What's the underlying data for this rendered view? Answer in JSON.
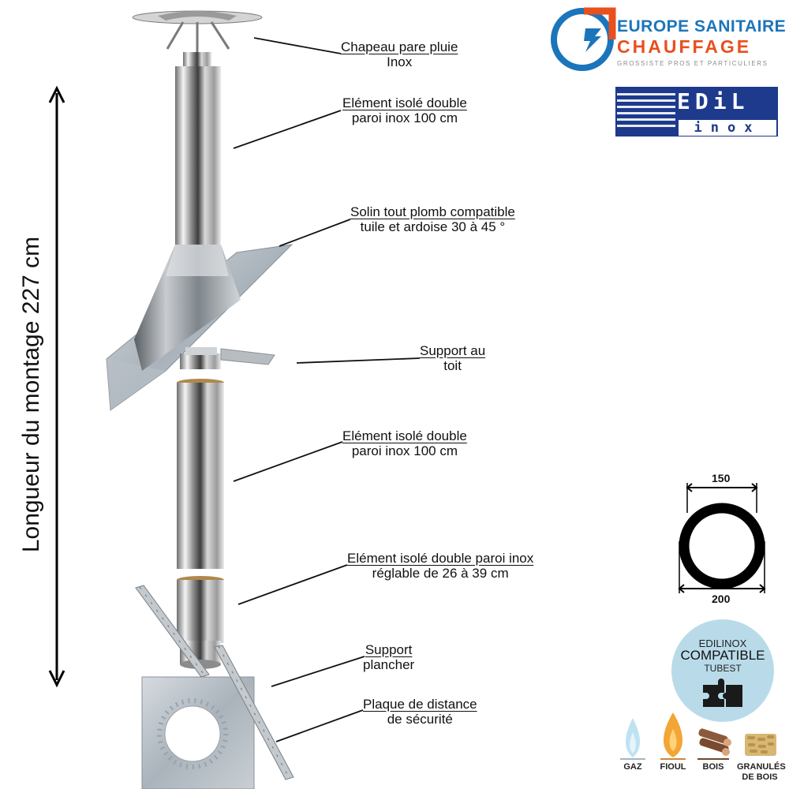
{
  "vertical_label": "Longueur du montage  227 cm",
  "callouts": [
    {
      "line1": "Chapeau pare pluie",
      "line2": "Inox"
    },
    {
      "line1": "Elément isolé double",
      "line2": "paroi inox 100 cm"
    },
    {
      "line1": "Solin tout plomb compatible",
      "line2": "tuile et ardoise 30 à 45 °"
    },
    {
      "line1": "Support au",
      "line2": "toit"
    },
    {
      "line1": "Elément isolé double",
      "line2": "paroi inox 100 cm"
    },
    {
      "line1": "Elément isolé double paroi inox",
      "line2": "réglable de 26 à 39 cm"
    },
    {
      "line1": "Support",
      "line2": "plancher"
    },
    {
      "line1": "Plaque de distance",
      "line2": "de sécurité"
    }
  ],
  "brand": {
    "name_line1": "EUROPE SANITAIRE",
    "name_line2": "CHAUFFAGE",
    "tagline": "GROSSISTE PROS ET PARTICULIERS",
    "color_blue": "#1b75bb",
    "color_orange": "#e8501e"
  },
  "edil_logo": {
    "word1": "EDiL",
    "word2": "inox",
    "color": "#1d3a8c"
  },
  "diameter": {
    "inner": "150",
    "outer": "200"
  },
  "compat_badge": {
    "line1": "EDILINOX",
    "line2": "COMPATIBLE",
    "line3": "TUBEST",
    "icon": "puzzle-icon"
  },
  "fuels": [
    {
      "label": "GAZ",
      "icon": "gas-flame-icon"
    },
    {
      "label": "FIOUL",
      "icon": "oil-drop-icon"
    },
    {
      "label": "BOIS",
      "icon": "wood-logs-icon"
    },
    {
      "label": "GRANULÉS DE BOIS",
      "icon": "pellets-icon"
    }
  ]
}
